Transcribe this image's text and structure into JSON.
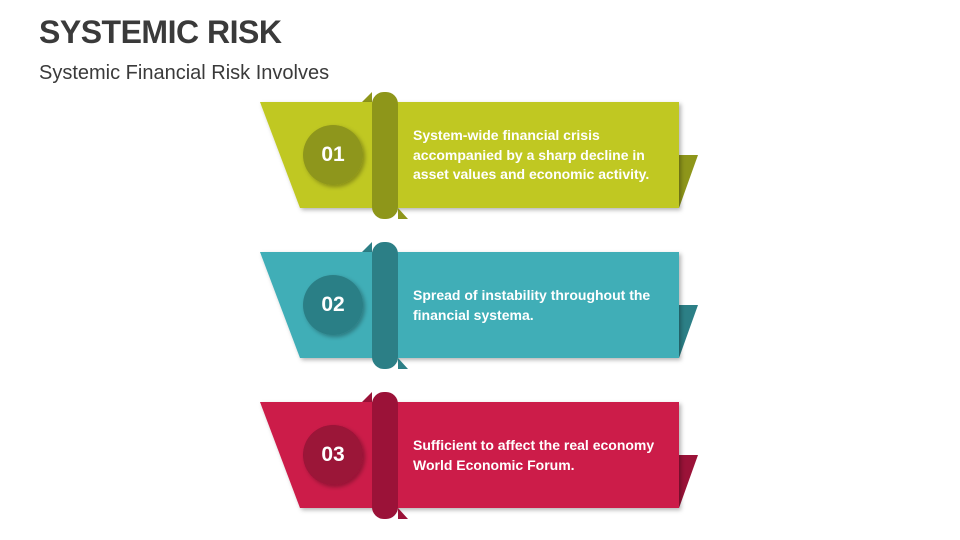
{
  "title": "SYSTEMIC RISK",
  "subtitle": "Systemic Financial Risk Involves",
  "items": [
    {
      "number": "01",
      "text": "System-wide financial crisis accompanied by a sharp decline in asset values and economic activity.",
      "color": "#C0C823",
      "dark": "#8E961A"
    },
    {
      "number": "02",
      "text": "Spread of instability throughout the financial systema.",
      "color": "#3FAEB7",
      "dark": "#2C7F86"
    },
    {
      "number": "03",
      "text": "Sufficient to affect the real economy World Economic Forum.",
      "color": "#CC1A48",
      "dark": "#9B1238"
    }
  ]
}
